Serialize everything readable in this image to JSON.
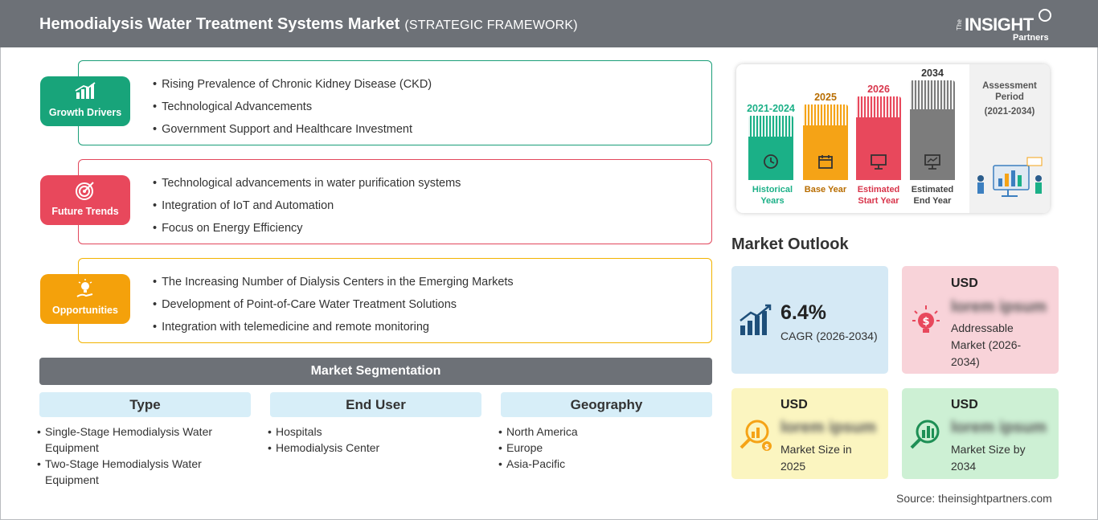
{
  "header": {
    "title": "Hemodialysis Water Treatment Systems Market",
    "subtitle": "(STRATEGIC FRAMEWORK)",
    "logo": {
      "the": "The",
      "insight": "INSIGHT",
      "partners": "Partners"
    }
  },
  "growth_drivers": {
    "label": "Growth Drivers",
    "icon": "growth-chart-icon",
    "color": "#18a47a",
    "items": [
      "Rising Prevalence of Chronic Kidney Disease (CKD)",
      "Technological Advancements",
      "Government Support and Healthcare Investment"
    ]
  },
  "future_trends": {
    "label": "Future Trends",
    "icon": "target-icon",
    "color": "#e8485c",
    "items": [
      "Technological advancements in water purification systems",
      "Integration of IoT and Automation",
      "Focus on Energy Efficiency"
    ]
  },
  "opportunities": {
    "label": "Opportunities",
    "icon": "lightbulb-hand-icon",
    "color": "#f4a10b",
    "items": [
      "The Increasing Number of Dialysis Centers in the Emerging Markets",
      "Development of Point-of-Care Water Treatment Solutions",
      "Integration with telemedicine and remote monitoring"
    ]
  },
  "segmentation": {
    "title": "Market Segmentation",
    "columns": [
      {
        "heading": "Type",
        "items": [
          "Single-Stage Hemodialysis Water Equipment",
          "Two-Stage Hemodialysis Water Equipment"
        ]
      },
      {
        "heading": "End User",
        "items": [
          "Hospitals",
          "Hemodialysis Center"
        ]
      },
      {
        "heading": "Geography",
        "items": [
          "North America",
          "Europe",
          "Asia-Pacific"
        ]
      }
    ]
  },
  "timeline": {
    "bars": [
      {
        "year": "2021-2024",
        "label": "Historical Years",
        "color": "#1bb087",
        "icon": "history-icon"
      },
      {
        "year": "2025",
        "label": "Base Year",
        "color": "#f5a316",
        "icon": "calendar-icon"
      },
      {
        "year": "2026",
        "label": "Estimated Start Year",
        "color": "#e8485c",
        "icon": "presentation-icon"
      },
      {
        "year": "2034",
        "label": "Estimated End Year",
        "color": "#7c7c7c",
        "icon": "monitor-chart-icon"
      }
    ],
    "assessment_label": "Assessment Period",
    "assessment_period": "(2021-2034)"
  },
  "market_outlook": {
    "title": "Market Outlook",
    "cagr": {
      "value": "6.4%",
      "label": "CAGR (2026-2034)",
      "icon": "bar-growth-icon"
    },
    "addressable": {
      "currency": "USD",
      "value": "lorem ipsum",
      "label": "Addressable Market (2026-2034)",
      "icon": "dollar-bulb-icon"
    },
    "size_2025": {
      "currency": "USD",
      "value": "lorem ipsum",
      "label": "Market Size in 2025",
      "icon": "magnifier-dollar-icon"
    },
    "size_2034": {
      "currency": "USD",
      "value": "lorem ipsum",
      "label": "Market Size by 2034",
      "icon": "magnifier-chart-icon"
    }
  },
  "source": "Source: theinsightpartners.com"
}
